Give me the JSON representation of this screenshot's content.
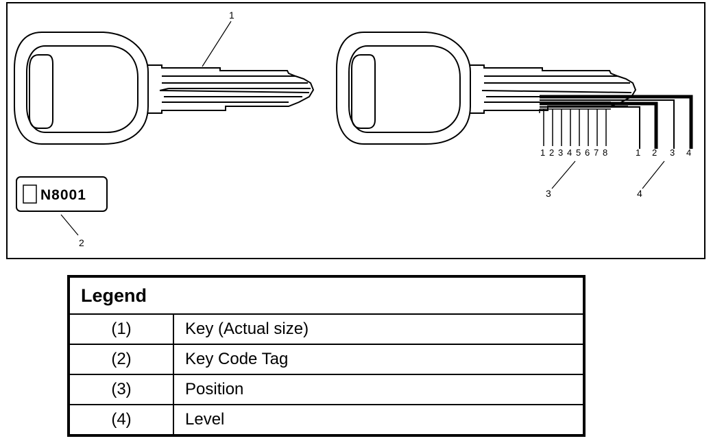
{
  "figure": {
    "callouts": [
      "1",
      "2",
      "3",
      "4"
    ],
    "tag_code": "N8001",
    "position_numbers": [
      "1",
      "2",
      "3",
      "4",
      "5",
      "6",
      "7",
      "8"
    ],
    "level_numbers": [
      "1",
      "2",
      "3",
      "4"
    ]
  },
  "legend": {
    "title": "Legend",
    "rows": [
      {
        "num": "(1)",
        "label": "Key (Actual size)"
      },
      {
        "num": "(2)",
        "label": "Key Code Tag"
      },
      {
        "num": "(3)",
        "label": "Position"
      },
      {
        "num": "(4)",
        "label": "Level"
      }
    ]
  }
}
